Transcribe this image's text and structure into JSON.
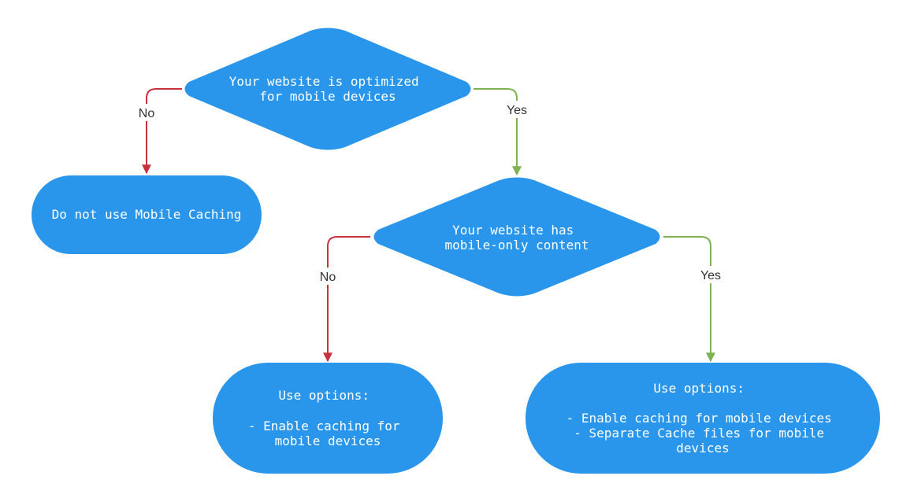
{
  "colors": {
    "node_fill": "#2a96eb",
    "node_text": "#ffffff",
    "edge_no": "#c8323c",
    "edge_yes": "#7cb350",
    "edge_label": "#333333",
    "background": "#ffffff"
  },
  "nodes": {
    "decision_optimized": {
      "shape": "diamond",
      "lines": [
        "Your website is optimized",
        "for mobile devices"
      ]
    },
    "terminal_no_caching": {
      "shape": "stadium",
      "lines": [
        "Do not use Mobile Caching"
      ]
    },
    "decision_mobile_only": {
      "shape": "diamond",
      "lines": [
        "Your website has",
        "mobile-only content"
      ]
    },
    "terminal_options_basic": {
      "shape": "stadium",
      "lines": [
        "Use options:",
        "",
        "- Enable caching for",
        "mobile devices"
      ]
    },
    "terminal_options_full": {
      "shape": "stadium",
      "lines": [
        "Use options:",
        "",
        "- Enable caching for mobile devices",
        "- Separate Cache files for mobile",
        "devices"
      ]
    }
  },
  "edges": {
    "optimized_no": {
      "from": "decision_optimized",
      "to": "terminal_no_caching",
      "label": "No",
      "kind": "no"
    },
    "optimized_yes": {
      "from": "decision_optimized",
      "to": "decision_mobile_only",
      "label": "Yes",
      "kind": "yes"
    },
    "mobile_only_no": {
      "from": "decision_mobile_only",
      "to": "terminal_options_basic",
      "label": "No",
      "kind": "no"
    },
    "mobile_only_yes": {
      "from": "decision_mobile_only",
      "to": "terminal_options_full",
      "label": "Yes",
      "kind": "yes"
    }
  }
}
